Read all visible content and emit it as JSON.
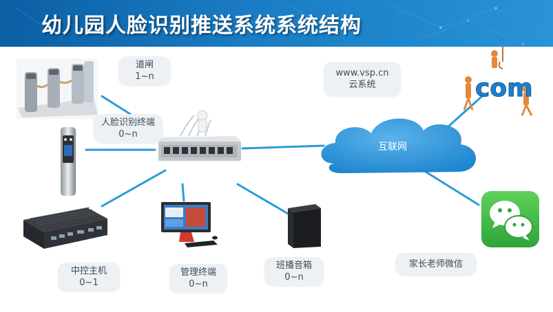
{
  "title": "幼儿园人脸识别推送系统系统结构",
  "nodes": {
    "gate": {
      "name": "道闸",
      "count": "1~n"
    },
    "face_terminal": {
      "name": "人脸识别终端",
      "count": "0~n"
    },
    "cloud_site": {
      "url": "www.vsp.cn",
      "name": "云系统"
    },
    "internet": {
      "name": "互联网"
    },
    "controller": {
      "name": "中控主机",
      "count": "0~1"
    },
    "mgmt_terminal": {
      "name": "管理终端",
      "count": "0~n"
    },
    "speaker": {
      "name": "班播音箱",
      "count": "0~n"
    },
    "wechat": {
      "name": "家长老师微信"
    },
    "com_logo": {
      "text": "com"
    }
  },
  "colors": {
    "banner": "#1a7cc4",
    "link": "#2a9ad8",
    "cloud": "#1f86cf",
    "label_bg": "#eef1f4",
    "wechat": "#39b54a"
  }
}
